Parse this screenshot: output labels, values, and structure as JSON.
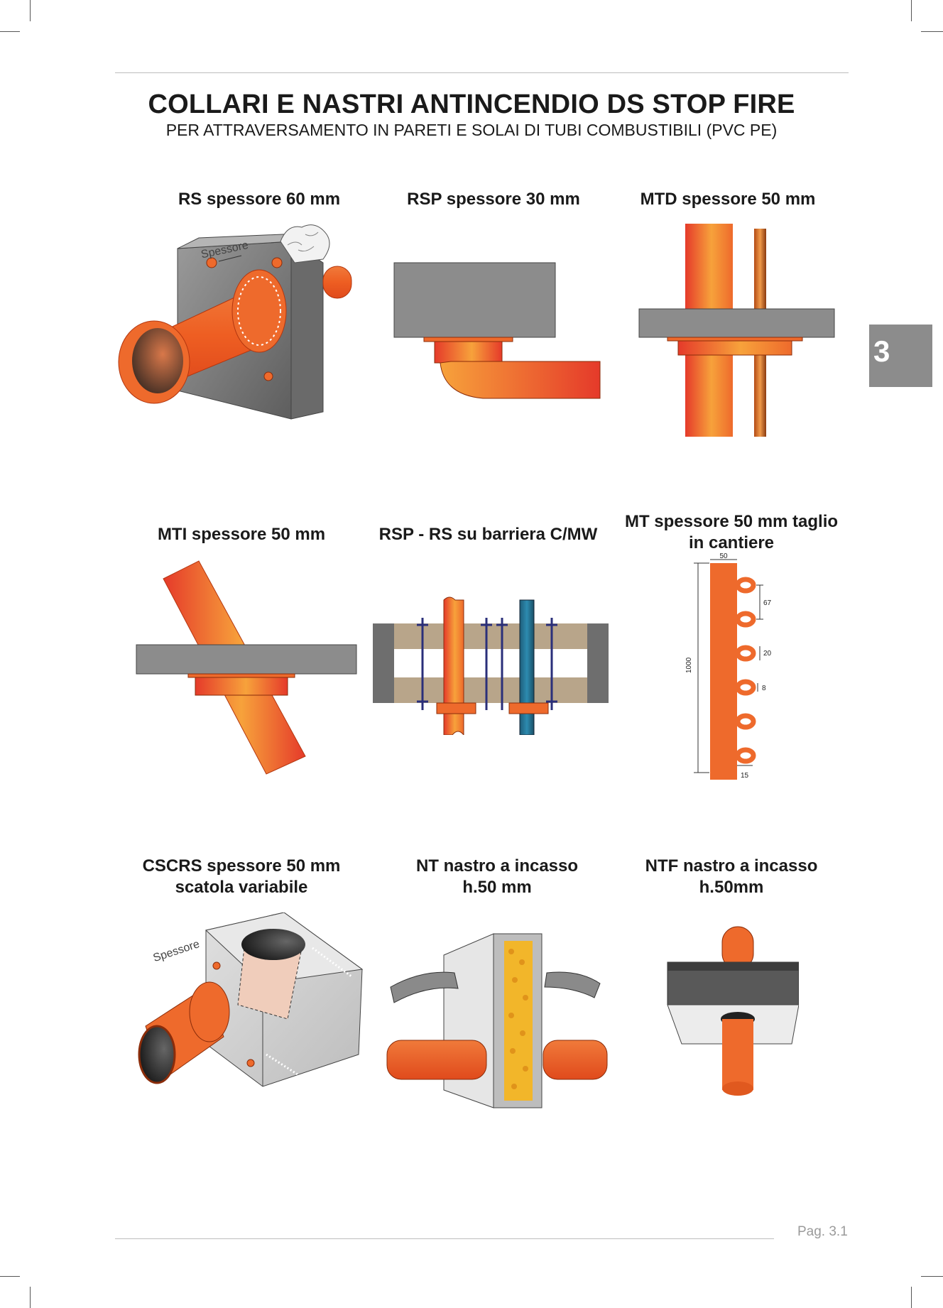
{
  "header": {
    "title": "COLLARI E NASTRI ANTINCENDIO DS STOP FIRE",
    "subtitle": "PER ATTRAVERSAMENTO IN PARETI E SOLAI DI TUBI COMBUSTIBILI (PVC PE)"
  },
  "section_tab": "3",
  "products": [
    {
      "caption": "RS spessore 60 mm",
      "label": "Spessore"
    },
    {
      "caption": "RSP spessore 30 mm"
    },
    {
      "caption": "MTD spessore 50 mm"
    },
    {
      "caption": "MTI spessore 50 mm"
    },
    {
      "caption": "RSP - RS su barriera C/MW"
    },
    {
      "caption_line1": "MT spessore 50 mm taglio",
      "caption_line2": "in cantiere",
      "dims": {
        "width": "50",
        "pitch": "67",
        "gap": "20",
        "hole": "8",
        "length": "1000",
        "tab": "15"
      }
    },
    {
      "caption_line1": "CSCRS spessore 50 mm",
      "caption_line2": "scatola variabile",
      "label": "Spessore"
    },
    {
      "caption_line1": "NT nastro a incasso",
      "caption_line2": "h.50 mm"
    },
    {
      "caption_line1": "NTF nastro a incasso",
      "caption_line2": "h.50mm"
    }
  ],
  "footer": {
    "page": "Pag. 3.1"
  },
  "colors": {
    "orange": "#ee6a2c",
    "red": "#e53a2a",
    "gray": "#8c8c8c",
    "wall": "#7a7a7a"
  }
}
